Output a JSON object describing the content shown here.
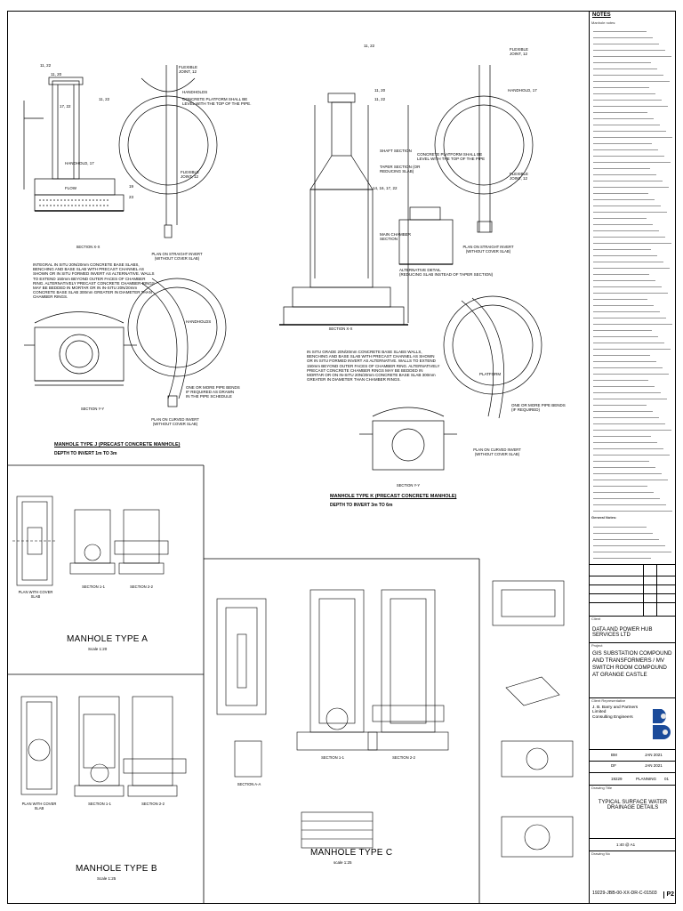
{
  "notes": {
    "heading": "NOTES",
    "subheading_1": "Manhole notes:",
    "subheading_2": "General Notes:"
  },
  "section_a": {
    "top_labels": [
      "11, 22",
      "11, 20",
      "11, 22",
      "17, 22"
    ],
    "labels": {
      "flexible_joint": "FLEXIBLE\nJOINT, 12",
      "handholds": "HANDHOLDS",
      "platform_note": "CONCRETE PLATFORM SHALL BE\nLEVEL WITH THE TOP OF THE PIPE.",
      "handhold_17": "HANDHOLD, 17",
      "flexible_joint_2": "FLEXIBLE\nJOINT, 12",
      "flow": "FLOW",
      "num_19": "19",
      "num_23": "23"
    },
    "section_caption": "SECTION X-X",
    "plan_caption": "PLAN ON STRAIGHT INVERT\n(WITHOUT COVER SLAB)",
    "integral_note": "INTEGRAL IN SITU 20N/20mm CONCRETE BASE SLABS, BENCHING AND BASE SLAB WITH PRECAST CHANNEL AS SHOWN OR IN SITU FORMED INVERT AS ALTERNATIVE. WALLS TO EXTEND 150mm BEYOND OUTER FACES OF CHAMBER RING. ALTERNATIVELY PRECAST CONCRETE CHAMBER RINGS MAY BE BEDDED IN MORTAR OR IN IN-SITU 20N/20mm CONCRETE BASE SLAB 300mm GREATER IN DIAMETER THAN CHAMBER RINGS.",
    "section_y_caption": "SECTION Y-Y",
    "plan_curved_caption": "PLAN ON CURVED INVERT\n(WITHOUT COVER SLAB)",
    "pipe_bends_note": "ONE OR MORE PIPE BENDS\nIF REQUIRED AS DRAWN\nIN THE PIPE SCHEDULE",
    "handholds_2": "HANDHOLDS",
    "title": "MANHOLE TYPE J (PRECAST CONCRETE MANHOLE)",
    "subtitle": "DEPTH TO INVERT 1m TO 3m"
  },
  "section_b": {
    "shaft_section": "SHAFT SECTION",
    "taper_section": "TAPER SECTION (OR\nREDUCING SLAB)",
    "platform_note": "CONCRETE PLATFORM SHALL BE\nLEVEL WITH THE TOP OF THE PIPE",
    "main_chamber": "MAIN CHAMBER\nSECTION",
    "alt_detail": "ALTERNATIVE DETAIL\n(REDUCING SLAB INSTEAD OF TAPER SECTION)",
    "labels_right": [
      "11, 22",
      "11, 20",
      "11, 22"
    ],
    "label_1417": "14, 16, 17, 22",
    "flexible_joint": "FLEXIBLE\nJOINT, 12",
    "handhold": "HANDHOLD, 17",
    "flexible_joint_2": "FLEXIBLE\nJOINT, 12",
    "plan_straight": "PLAN ON STRAIGHT INVERT\n(WITHOUT COVER SLAB)",
    "section_x": "SECTION X-X",
    "in_situ_note": "IN SITU GRADE 20N/20mm CONCRETE BASE SLABS WALLS, BENCHING AND BASE SLAB WITH PRECAST CHANNEL AS SHOWN OR IN SITU FORMED INVERT AS ALTERNATIVE. WALLS TO EXTEND 150mm BEYOND OUTER FACES OF CHAMBER RING. ALTERNATIVELY PRECAST CONCRETE CHAMBER RINGS MAY BE BEDDED IN MORTAR OR ON IN-SITU 20N/20mm CONCRETE BASE SLAB 300mm GREATER IN DIAMETER THAN CHAMBER RINGS.",
    "platform": "PLATFORM",
    "pipe_bends": "ONE OR MORE PIPE BENDS\n(IF REQUIRED)",
    "plan_curved": "PLAN ON CURVED INVERT\n(WITHOUT COVER SLAB)",
    "section_y": "SECTION Y-Y",
    "title": "MANHOLE TYPE K (PRECAST CONCRETE MANHOLE)",
    "subtitle": "DEPTH TO INVERT 3m TO 6m"
  },
  "manhole_a": {
    "title": "MANHOLE TYPE A",
    "scale": "Scale 1:20",
    "section_11": "SECTION 1-1",
    "section_22": "SECTION 2-2",
    "plan": "PLAN WITH COVER SLAB"
  },
  "manhole_b": {
    "title": "MANHOLE TYPE B",
    "scale": "Scale 1:25",
    "section_11": "SECTION 1-1",
    "section_22": "SECTION 2-2",
    "plan": "PLAN WITH COVER SLAB"
  },
  "manhole_c": {
    "title": "MANHOLE TYPE C",
    "scale": "scale 1:25",
    "section_11": "SECTION 1-1",
    "section_22": "SECTION 2-2",
    "plan": "SECTION A-A"
  },
  "titleblock": {
    "client_label": "Client",
    "client": "DATA AND POWER HUB SERVICES LTD",
    "project_label": "Project",
    "project": "GIS SUBSTATION COMPOUND AND TRANSFORMERS / MV SWITCH ROOM COMPOUND AT GRANGE CASTLE",
    "consultant_label": "Client Representative",
    "consultant": "J. B. Barry and Partners Limited\nConsulting Engineers",
    "drawing_title_label": "Drawing Title",
    "drawing_title": "TYPICAL SURFACE WATER\nDRAINAGE DETAILS",
    "scale": "1:40 @ A1",
    "drawn_by": "BM",
    "checked_by": "DF",
    "date1": "JAN 2021",
    "date2": "JAN 2021",
    "project_no": "19229",
    "status": "PLANNING",
    "sheet": "01",
    "drawing_number_label": "Drawing No",
    "drawing_number": "19229-JBB-00-XX-DR-C-01503",
    "revision": "P2",
    "logo_letters": "JB"
  },
  "colors": {
    "line": "#000000",
    "accent_blue": "#1b4b9a",
    "hatch": "#555555"
  }
}
